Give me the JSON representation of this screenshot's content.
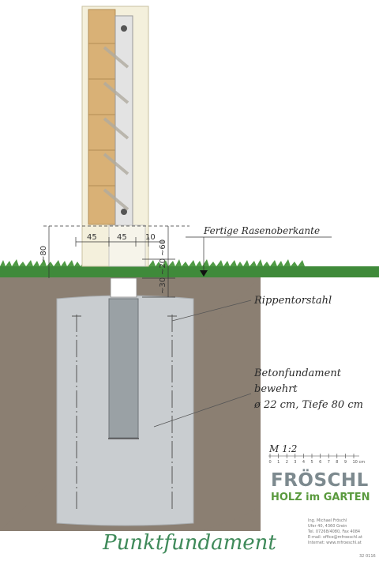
{
  "labels": {
    "ground_level": "Fertige Rasenoberkante",
    "rebar": "Rippentorstahl",
    "foundation_line1": "Betonfundament",
    "foundation_line2": "bewehrt",
    "foundation_line3": "ø 22 cm, Tiefe 80 cm"
  },
  "dimensions": {
    "w1": "45",
    "w2": "45",
    "w3": "10",
    "height_above": "~80",
    "clearance": "~60",
    "gap": "~20",
    "embed": "~30"
  },
  "scale": {
    "label": "M 1:2",
    "ticks": [
      "0",
      "1",
      "2",
      "3",
      "4",
      "5",
      "6",
      "7",
      "8",
      "9",
      "10 cm"
    ]
  },
  "company": {
    "name": "FRÖSCHL",
    "tagline": "HOLZ im GARTEN",
    "contact": [
      "Ing. Michael Fröschl",
      "Ufer 40, 4360 Grein",
      "Tel. 07268/4080, Fax 4084",
      "E-mail: office@mfroeschl.at",
      "Internet: www.mfroeschl.at"
    ],
    "doc_no": "32 0116"
  },
  "title": "Punktfundament",
  "colors": {
    "soil": "#8b7f72",
    "concrete": "#c9cdd0",
    "grass": "#3f8a3a",
    "wood": "#d9b176",
    "post": "#9aa1a5",
    "title": "#3f8a5a",
    "brand_green": "#5a9a3e"
  }
}
